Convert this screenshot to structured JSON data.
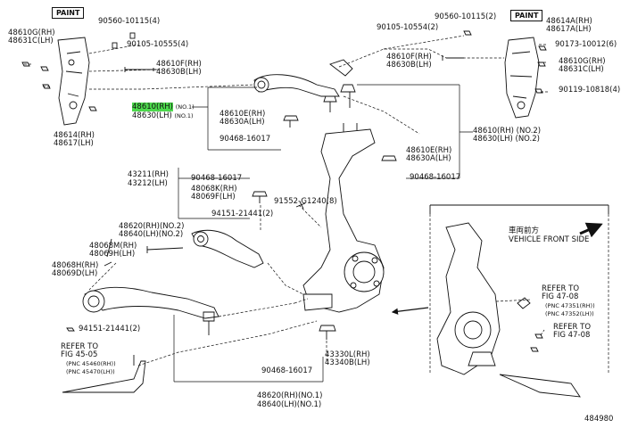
{
  "paint_boxes": [
    "PAINT",
    "PAINT"
  ],
  "labels": {
    "l_48610g": "48610G(RH)",
    "l_48631c": "48631C(LH)",
    "l_90560a": "90560-10115(4)",
    "l_90105a": "90105-10555(4)",
    "l_48610f_l": "48610F(RH)",
    "l_48630b_l": "48630B(LH)",
    "l_48610_main_rh": "48610(RH)",
    "l_48610_main_no": "(NO.1)",
    "l_48630_main_lh": "48630(LH)",
    "l_48630_main_no": "(NO.1)",
    "l_48614_l": "48614(RH)",
    "l_48617_l": "48617(LH)",
    "l_48610e_c": "48610E(RH)",
    "l_48630a_c": "48630A(LH)",
    "l_90468a": "90468-16017",
    "l_90560b": "90560-10115(2)",
    "l_90105b": "90105-10554(2)",
    "l_48610f_r": "48610F(RH)",
    "l_48630b_r": "48630B(LH)",
    "l_48614_r": "48614A(RH)",
    "l_48617_r": "48617A(LH)",
    "l_90173": "90173-10012(6)",
    "l_48610g_r": "48610G(RH)",
    "l_48631c_r": "48631C(LH)",
    "l_90119": "90119-10818(4)",
    "l_48610_no2": "48610(RH) (NO.2)",
    "l_48630_no2": "48630(LH) (NO.2)",
    "l_48610e_r": "48610E(RH)",
    "l_48630a_r": "48630A(LH)",
    "l_90468b": "90468-16017",
    "l_43211": "43211(RH)",
    "l_43212": "43212(LH)",
    "l_90468c": "90468-16017",
    "l_48068k": "48068K(RH)",
    "l_48069f": "48069F(LH)",
    "l_91552": "91552-G1240(8)",
    "l_94151a": "94151-21441(2)",
    "l_48620_no2": "48620(RH)(NO.2)",
    "l_48640_no2": "48640(LH)(NO.2)",
    "l_48068m": "48068M(RH)",
    "l_48069h": "48069H(LH)",
    "l_48068h": "48068H(RH)",
    "l_48069d": "48069D(LH)",
    "l_94151b": "94151-21441(2)",
    "l_refer_a1": "REFER TO",
    "l_refer_a2": "FIG 45-05",
    "l_pnc_45460": "(PNC 45460(RH))",
    "l_pnc_45470": "(PNC 45470(LH))",
    "l_43330l": "43330L(RH)",
    "l_43340b": "43340B(LH)",
    "l_90468d": "90468-16017",
    "l_48620_no1": "48620(RH)(NO.1)",
    "l_48640_no1": "48640(LH)(NO.1)",
    "l_front_jp": "車両前方",
    "l_front_en": "VEHICLE FRONT SIDE",
    "l_refer_b1": "REFER TO",
    "l_refer_b2": "FIG 47-08",
    "l_pnc_47351": "(PNC 47351(RH))",
    "l_pnc_47352": "(PNC 47352(LH))",
    "l_refer_c1": "REFER TO",
    "l_refer_c2": "FIG 47-08",
    "l_code": "484980"
  },
  "highlight_label": "48610(RH)"
}
